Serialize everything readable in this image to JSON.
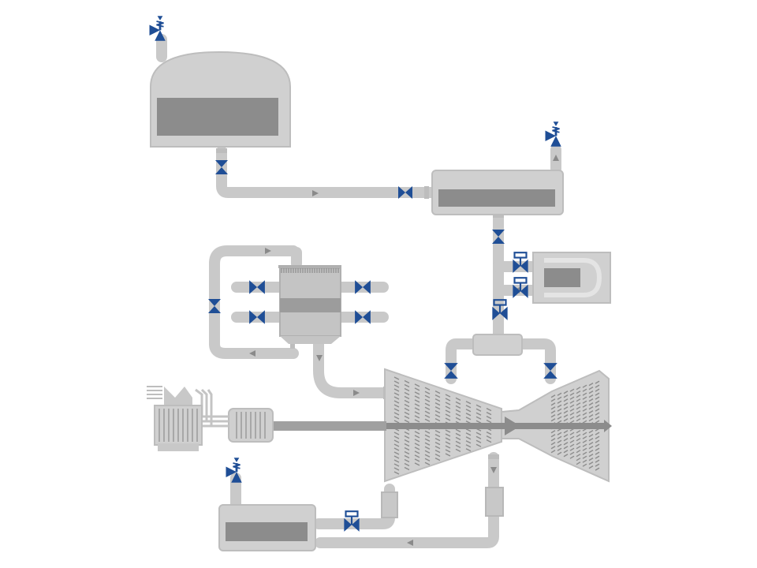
{
  "colors": {
    "background": "#ffffff",
    "equipment": "#d0d0d0",
    "equipment_edge": "#b8b8b8",
    "equipment_dark": "#8c8c8c",
    "equipment_mid": "#a8a8a8",
    "pipe": "#c9c9c9",
    "pipe_edge": "#bdbdbd",
    "flow_arrow": "#8a8a8a",
    "valve": "#1f4e96",
    "valve_light": "#e8eef8"
  },
  "equipment": [
    {
      "id": "high-pressure-drum",
      "icon": "drum-tank"
    },
    {
      "id": "deaerator",
      "icon": "horizontal-vessel"
    },
    {
      "id": "preheater",
      "icon": "u-tube-exchanger"
    },
    {
      "id": "reheater",
      "icon": "finned-heat-exchanger"
    },
    {
      "id": "steam-turbine",
      "icon": "turbine"
    },
    {
      "id": "generator",
      "icon": "generator"
    },
    {
      "id": "transformer",
      "icon": "transformer"
    },
    {
      "id": "condensate-tank",
      "icon": "horizontal-vessel"
    }
  ],
  "valves": [
    {
      "id": "drum-outlet-valve",
      "icon": "gate-valve-icon"
    },
    {
      "id": "deaerator-inlet-valve",
      "icon": "gate-valve-icon"
    },
    {
      "id": "deaerator-outlet-valve",
      "icon": "gate-valve-icon"
    },
    {
      "id": "preheater-valve-upper",
      "icon": "control-valve-icon"
    },
    {
      "id": "preheater-valve-lower",
      "icon": "control-valve-icon"
    },
    {
      "id": "steam-control-valve",
      "icon": "control-valve-icon"
    },
    {
      "id": "bypass-valve",
      "icon": "gate-valve-icon"
    },
    {
      "id": "reheater-valve-1",
      "icon": "gate-valve-icon"
    },
    {
      "id": "reheater-valve-2",
      "icon": "gate-valve-icon"
    },
    {
      "id": "reheater-valve-3",
      "icon": "gate-valve-icon"
    },
    {
      "id": "reheater-valve-4",
      "icon": "gate-valve-icon"
    },
    {
      "id": "turbine-inlet-valve-left",
      "icon": "gate-valve-icon"
    },
    {
      "id": "turbine-inlet-valve-right",
      "icon": "gate-valve-icon"
    },
    {
      "id": "condensate-control-valve",
      "icon": "control-valve-icon"
    }
  ],
  "safety_valves": [
    {
      "id": "drum-safety-valve",
      "icon": "safety-valve-icon"
    },
    {
      "id": "deaerator-safety-valve",
      "icon": "safety-valve-icon"
    },
    {
      "id": "condensate-safety-valve",
      "icon": "safety-valve-icon"
    }
  ]
}
